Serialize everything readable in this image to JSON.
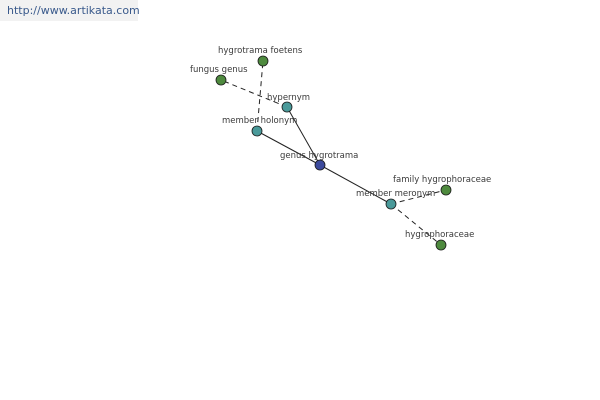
{
  "source_url": "http://www.artikata.com",
  "colors": {
    "center": "#3c4a9c",
    "relation": "#4a9a9a",
    "leaf": "#4e8a3e",
    "edge": "#222222",
    "label": "#3a3a3a",
    "banner_bg": "#f2f2f2",
    "banner_text": "#3a5a8c"
  },
  "nodes": [
    {
      "id": "genus",
      "label": "genus hygrotrama",
      "kind": "center"
    },
    {
      "id": "hypernym",
      "label": "hypernym",
      "kind": "relation"
    },
    {
      "id": "holonym",
      "label": "member holonym",
      "kind": "relation"
    },
    {
      "id": "meronym",
      "label": "member meronym",
      "kind": "relation"
    },
    {
      "id": "foetens",
      "label": "hygrotrama foetens",
      "kind": "leaf"
    },
    {
      "id": "fungus",
      "label": "fungus genus",
      "kind": "leaf"
    },
    {
      "id": "family",
      "label": "family hygrophoraceae",
      "kind": "leaf"
    },
    {
      "id": "hygrophoraceae",
      "label": "hygrophoraceae",
      "kind": "leaf"
    }
  ],
  "edges": [
    {
      "from": "genus",
      "to": "hypernym",
      "style": "solid"
    },
    {
      "from": "genus",
      "to": "holonym",
      "style": "solid"
    },
    {
      "from": "genus",
      "to": "meronym",
      "style": "solid"
    },
    {
      "from": "hypernym",
      "to": "fungus",
      "style": "dashed"
    },
    {
      "from": "holonym",
      "to": "foetens",
      "style": "dashed"
    },
    {
      "from": "meronym",
      "to": "family",
      "style": "dashed"
    },
    {
      "from": "meronym",
      "to": "hygrophoraceae",
      "style": "dashed"
    }
  ]
}
